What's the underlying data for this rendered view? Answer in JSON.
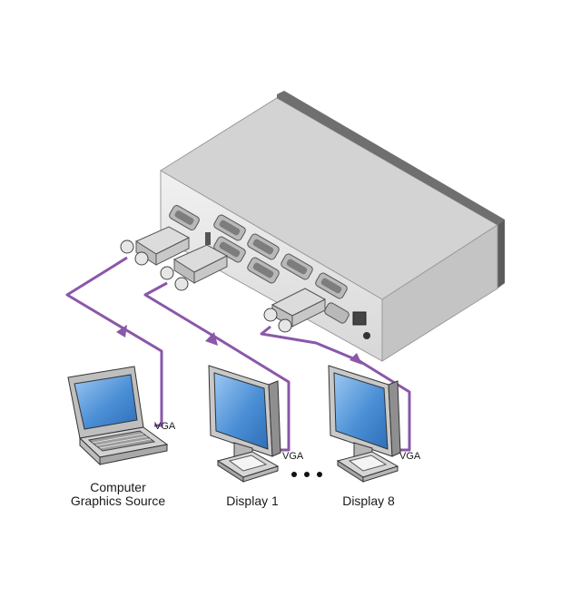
{
  "labels": {
    "source_line1": "Computer",
    "source_line2": "Graphics Source",
    "display1": "Display 1",
    "display8": "Display 8",
    "vga_laptop": "VGA",
    "vga_display1": "VGA",
    "vga_display8": "VGA"
  },
  "colors": {
    "cable": "#8a57a9",
    "device_body": "#e6e6e6",
    "device_dark": "#6f6f6f",
    "screen_blue": "#4b8fd6"
  },
  "icons": {
    "laptop": "laptop-icon",
    "monitor": "monitor-icon",
    "connector": "vga-connector-icon",
    "ellipsis": "ellipsis-icon"
  }
}
